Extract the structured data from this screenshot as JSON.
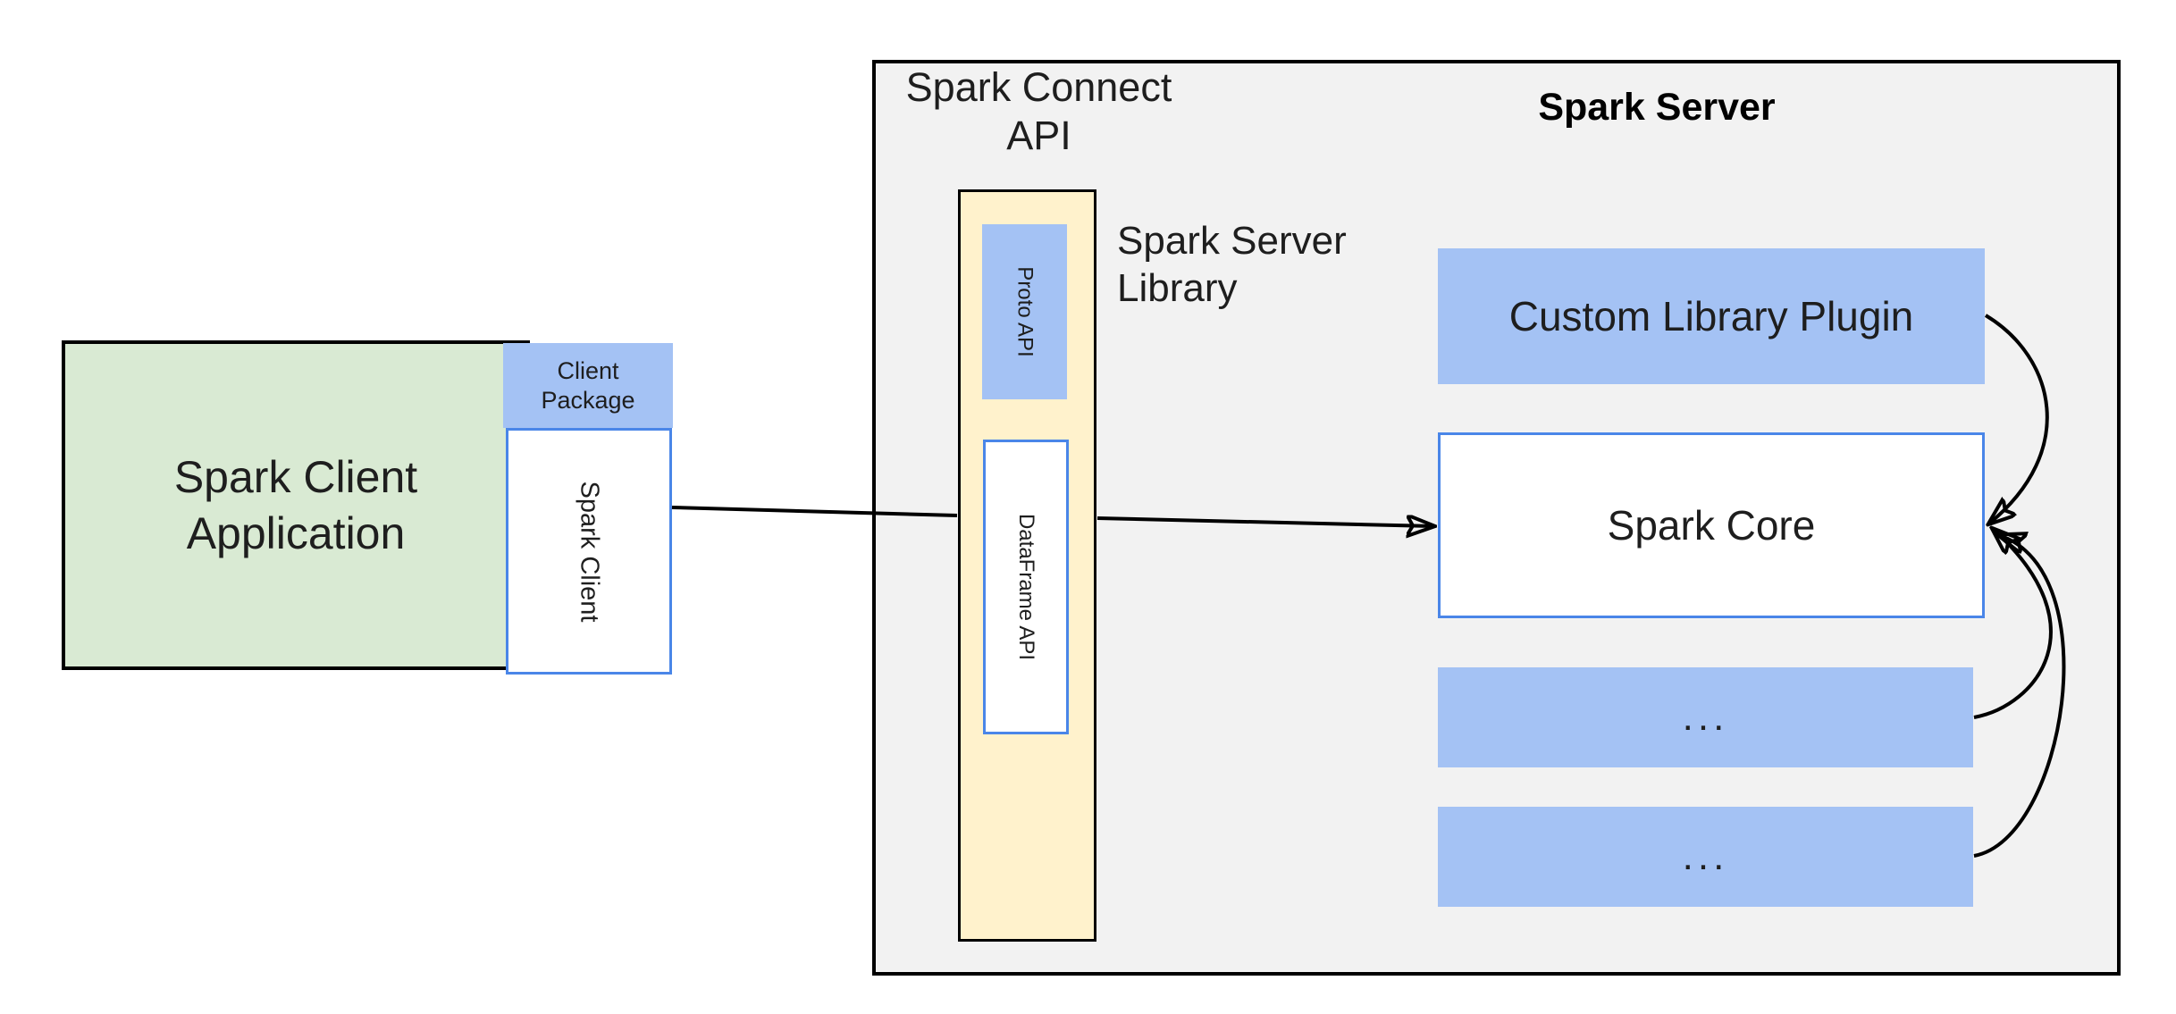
{
  "colors": {
    "ink": "#1e1e1e",
    "fill-green": "#d9ead3",
    "fill-blue": "#a4c2f4",
    "fill-yellow": "#fff2cc",
    "fill-gray": "#f2f2f2",
    "stroke-blue": "#4a86e8",
    "stroke-black": "#000000"
  },
  "client": {
    "application_label": "Spark Client Application",
    "package_label": "Client Package",
    "spark_client_label": "Spark Client"
  },
  "connect_api": {
    "title": "Spark Connect API",
    "proto_api_label": "Proto API",
    "dataframe_api_label": "DataFrame API",
    "server_library_label": "Spark Server Library"
  },
  "spark_server": {
    "title": "Spark Server",
    "custom_plugin_label": "Custom Library Plugin",
    "core_label": "Spark Core",
    "module_placeholder_1": "...",
    "module_placeholder_2": "..."
  }
}
